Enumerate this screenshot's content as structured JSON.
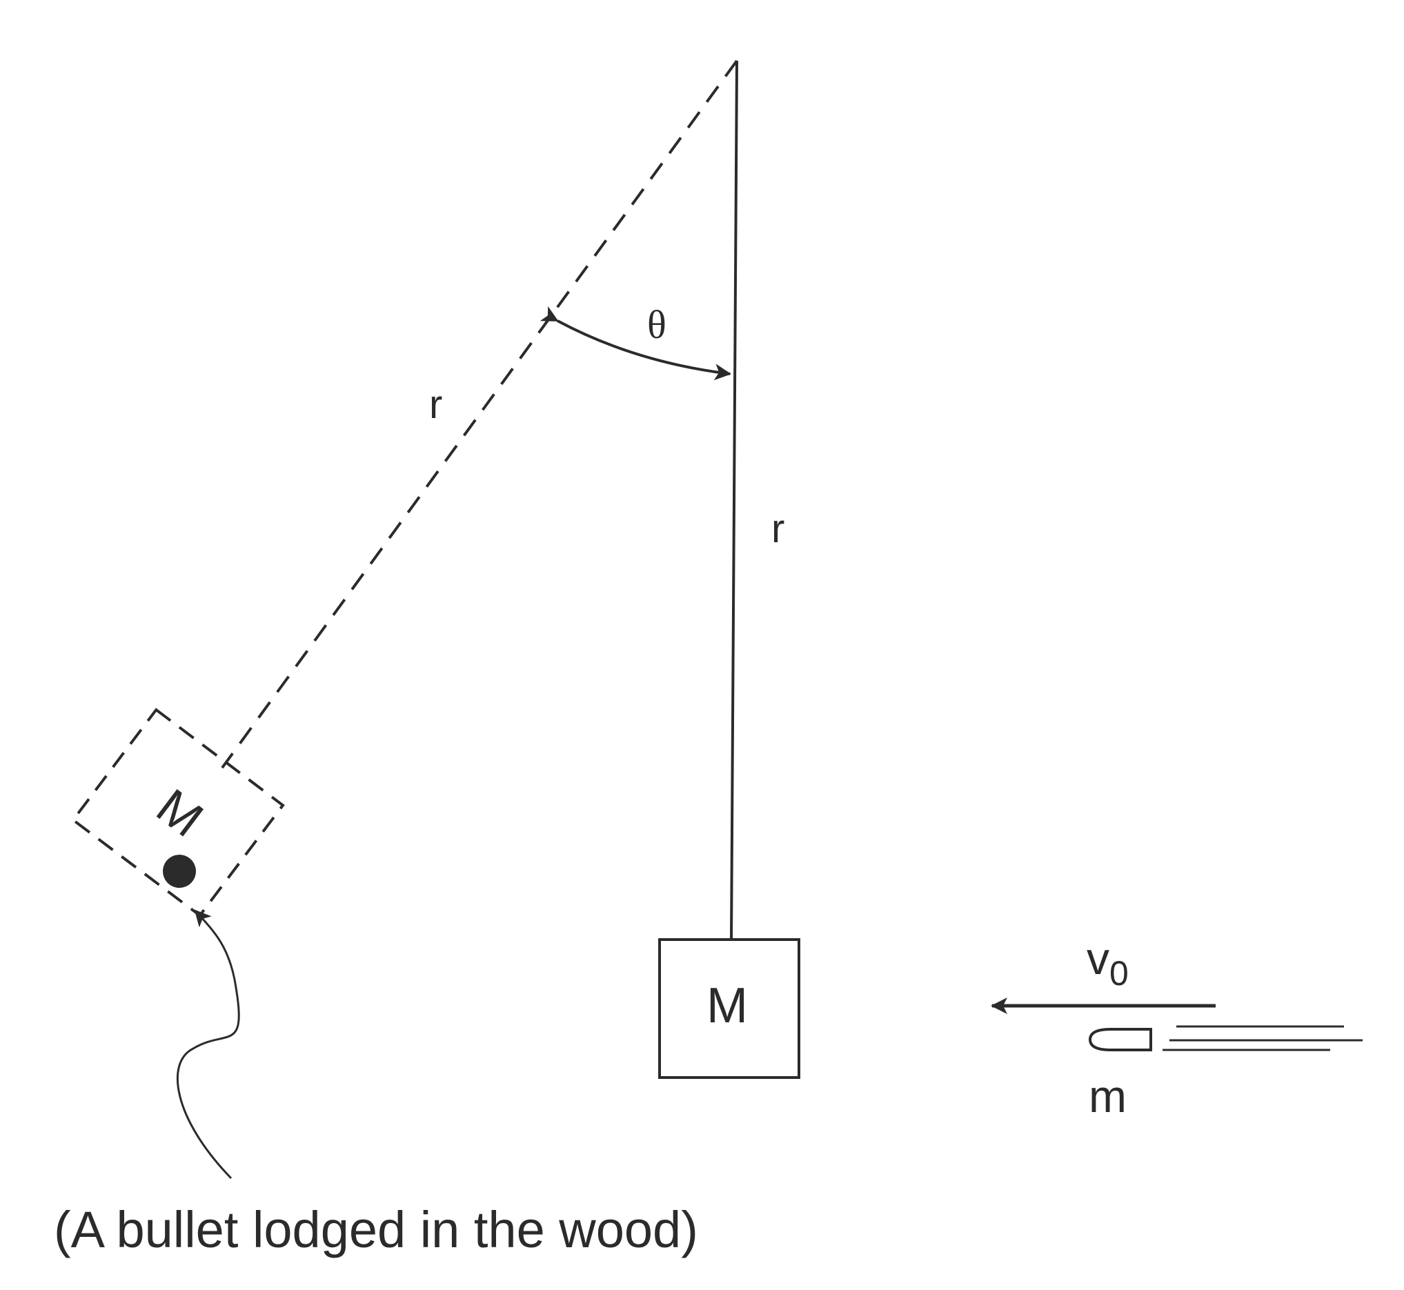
{
  "labels": {
    "r_dashed": "r",
    "r_vertical": "r",
    "theta": "θ",
    "block_hanging": "M",
    "block_swung": "M",
    "velocity": "v",
    "velocity_subscript": "0",
    "bullet_mass": "m",
    "caption": "(A bullet lodged in the wood)"
  },
  "colors": {
    "ink": "#2b2b2b",
    "background": "#ffffff"
  }
}
